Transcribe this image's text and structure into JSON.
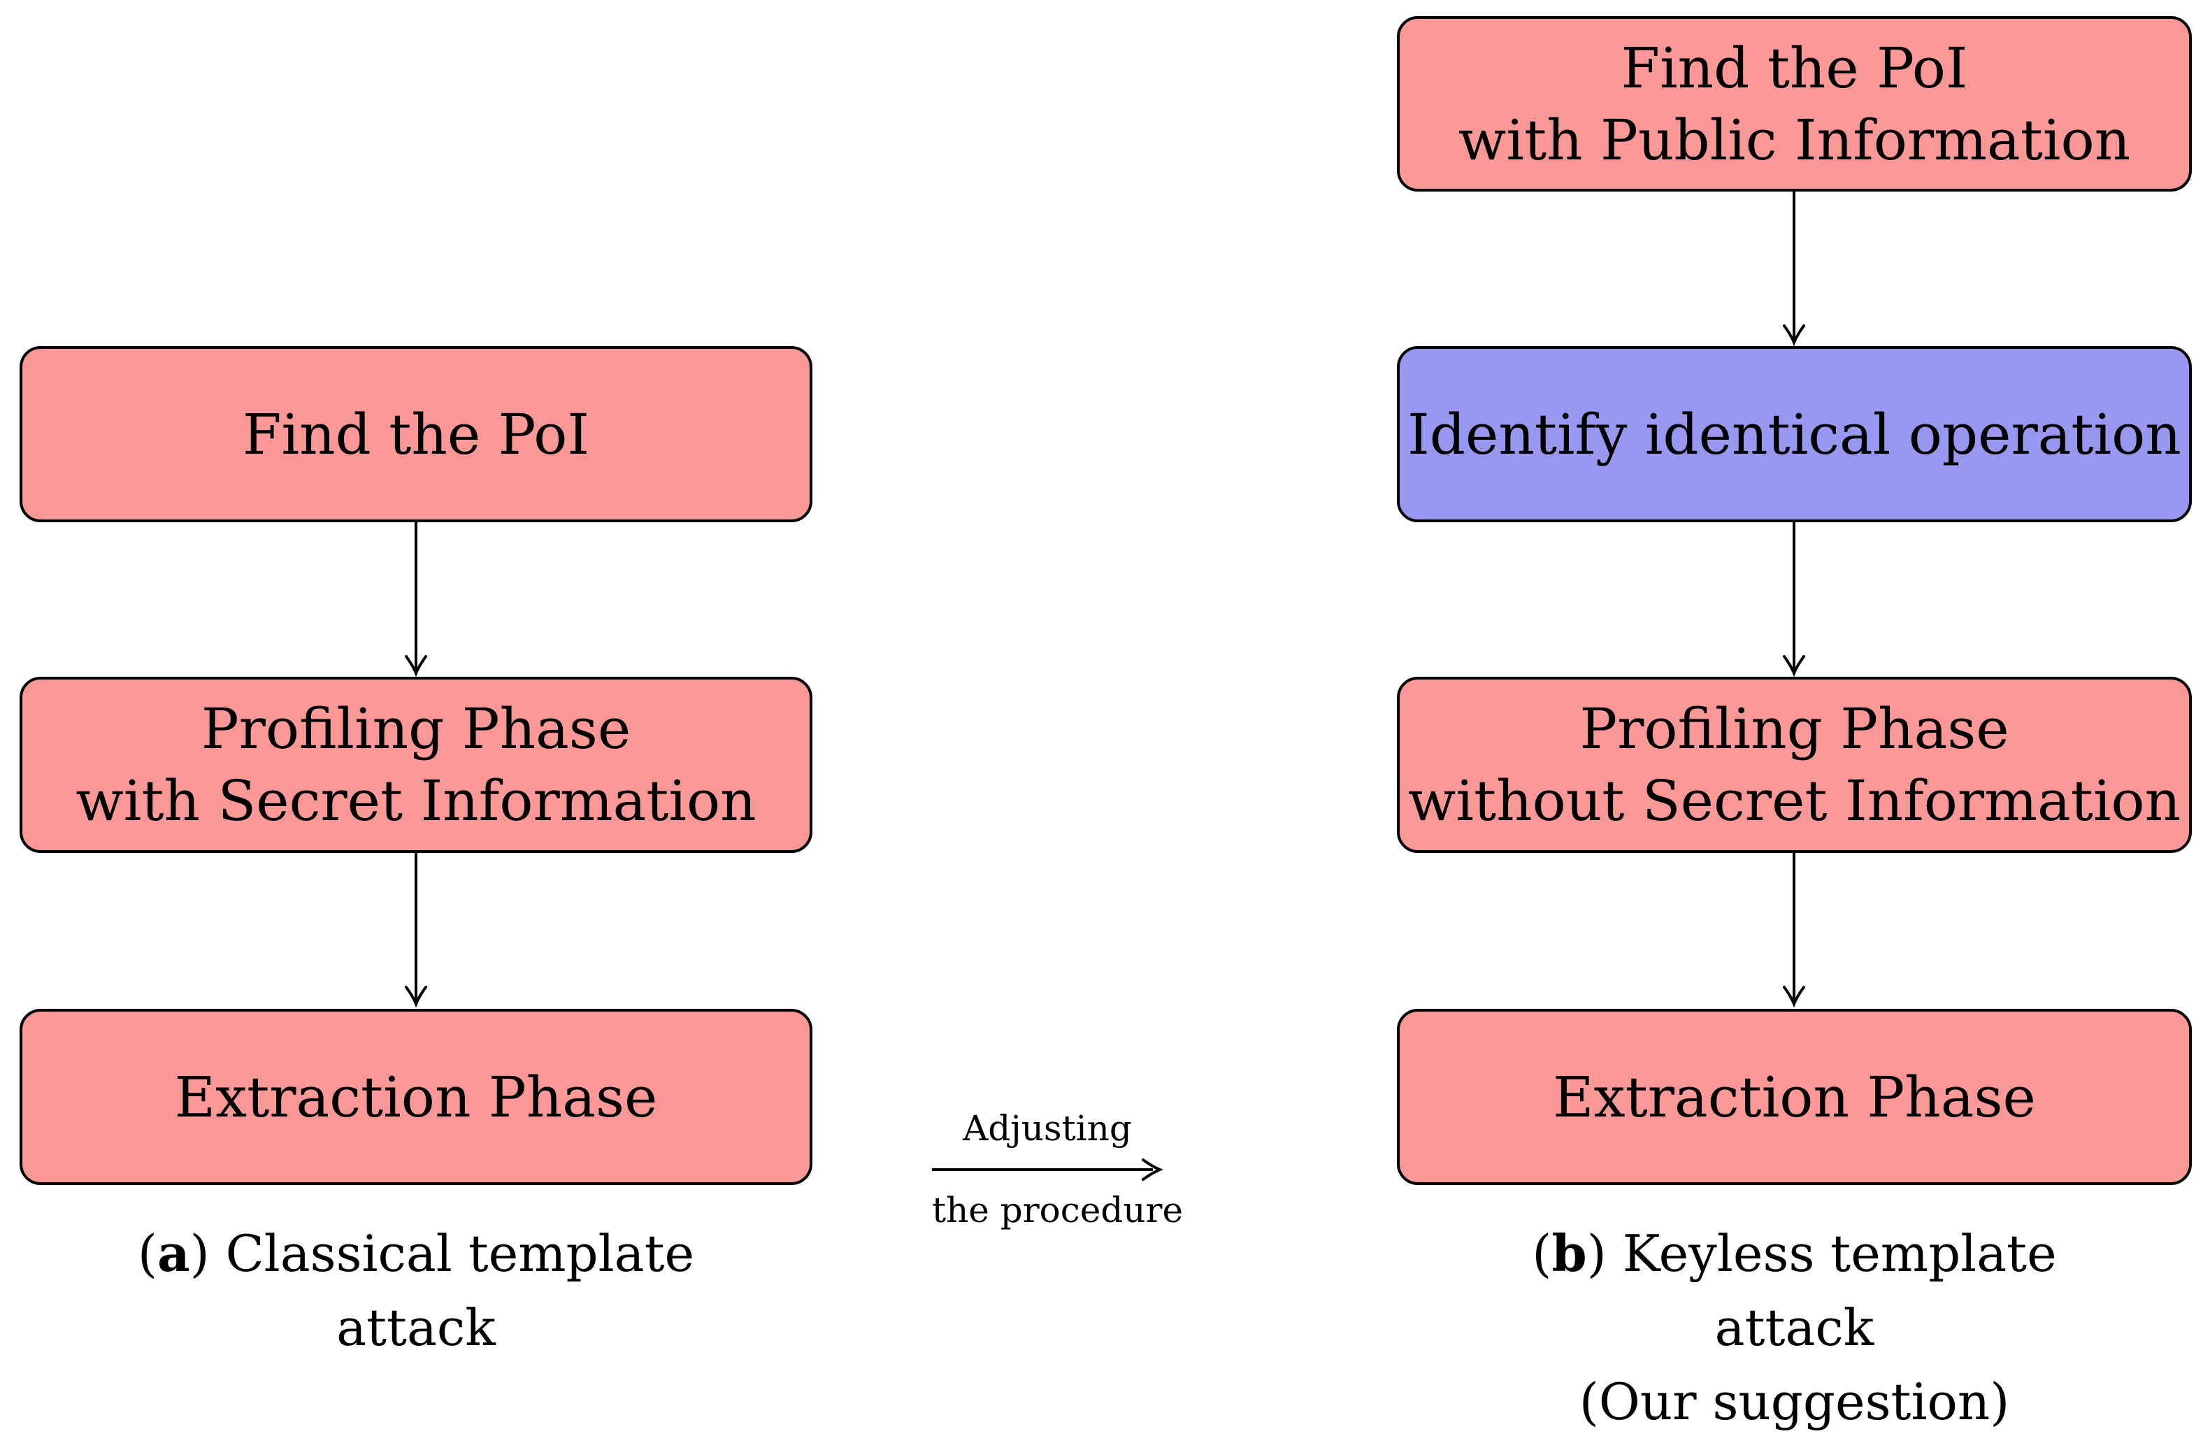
{
  "figure": {
    "background": "#ffffff",
    "colors": {
      "pink": "#fa9898",
      "blue": "#9898f0",
      "stroke": "#000000",
      "text": "#000000"
    },
    "left": {
      "boxes": [
        {
          "lines": [
            "Find the PoI"
          ],
          "fill": "pink"
        },
        {
          "lines": [
            "Profiling Phase",
            "with Secret Information"
          ],
          "fill": "pink"
        },
        {
          "lines": [
            "Extraction Phase"
          ],
          "fill": "pink"
        }
      ],
      "caption": {
        "open": "(",
        "letter": "a",
        "rest": ") Classical template",
        "line2": "attack"
      }
    },
    "right": {
      "boxes": [
        {
          "lines": [
            "Find the PoI",
            "with Public Information"
          ],
          "fill": "pink"
        },
        {
          "lines": [
            "Identify identical operation"
          ],
          "fill": "blue"
        },
        {
          "lines": [
            "Profiling Phase",
            "without Secret Information"
          ],
          "fill": "pink"
        },
        {
          "lines": [
            "Extraction Phase"
          ],
          "fill": "pink"
        }
      ],
      "caption": {
        "open": "(",
        "letter": "b",
        "rest": ") Keyless template",
        "line2": "attack",
        "line3": "(Our suggestion)"
      }
    },
    "transition": {
      "label_top": "Adjusting",
      "label_bottom": "the procedure"
    }
  }
}
